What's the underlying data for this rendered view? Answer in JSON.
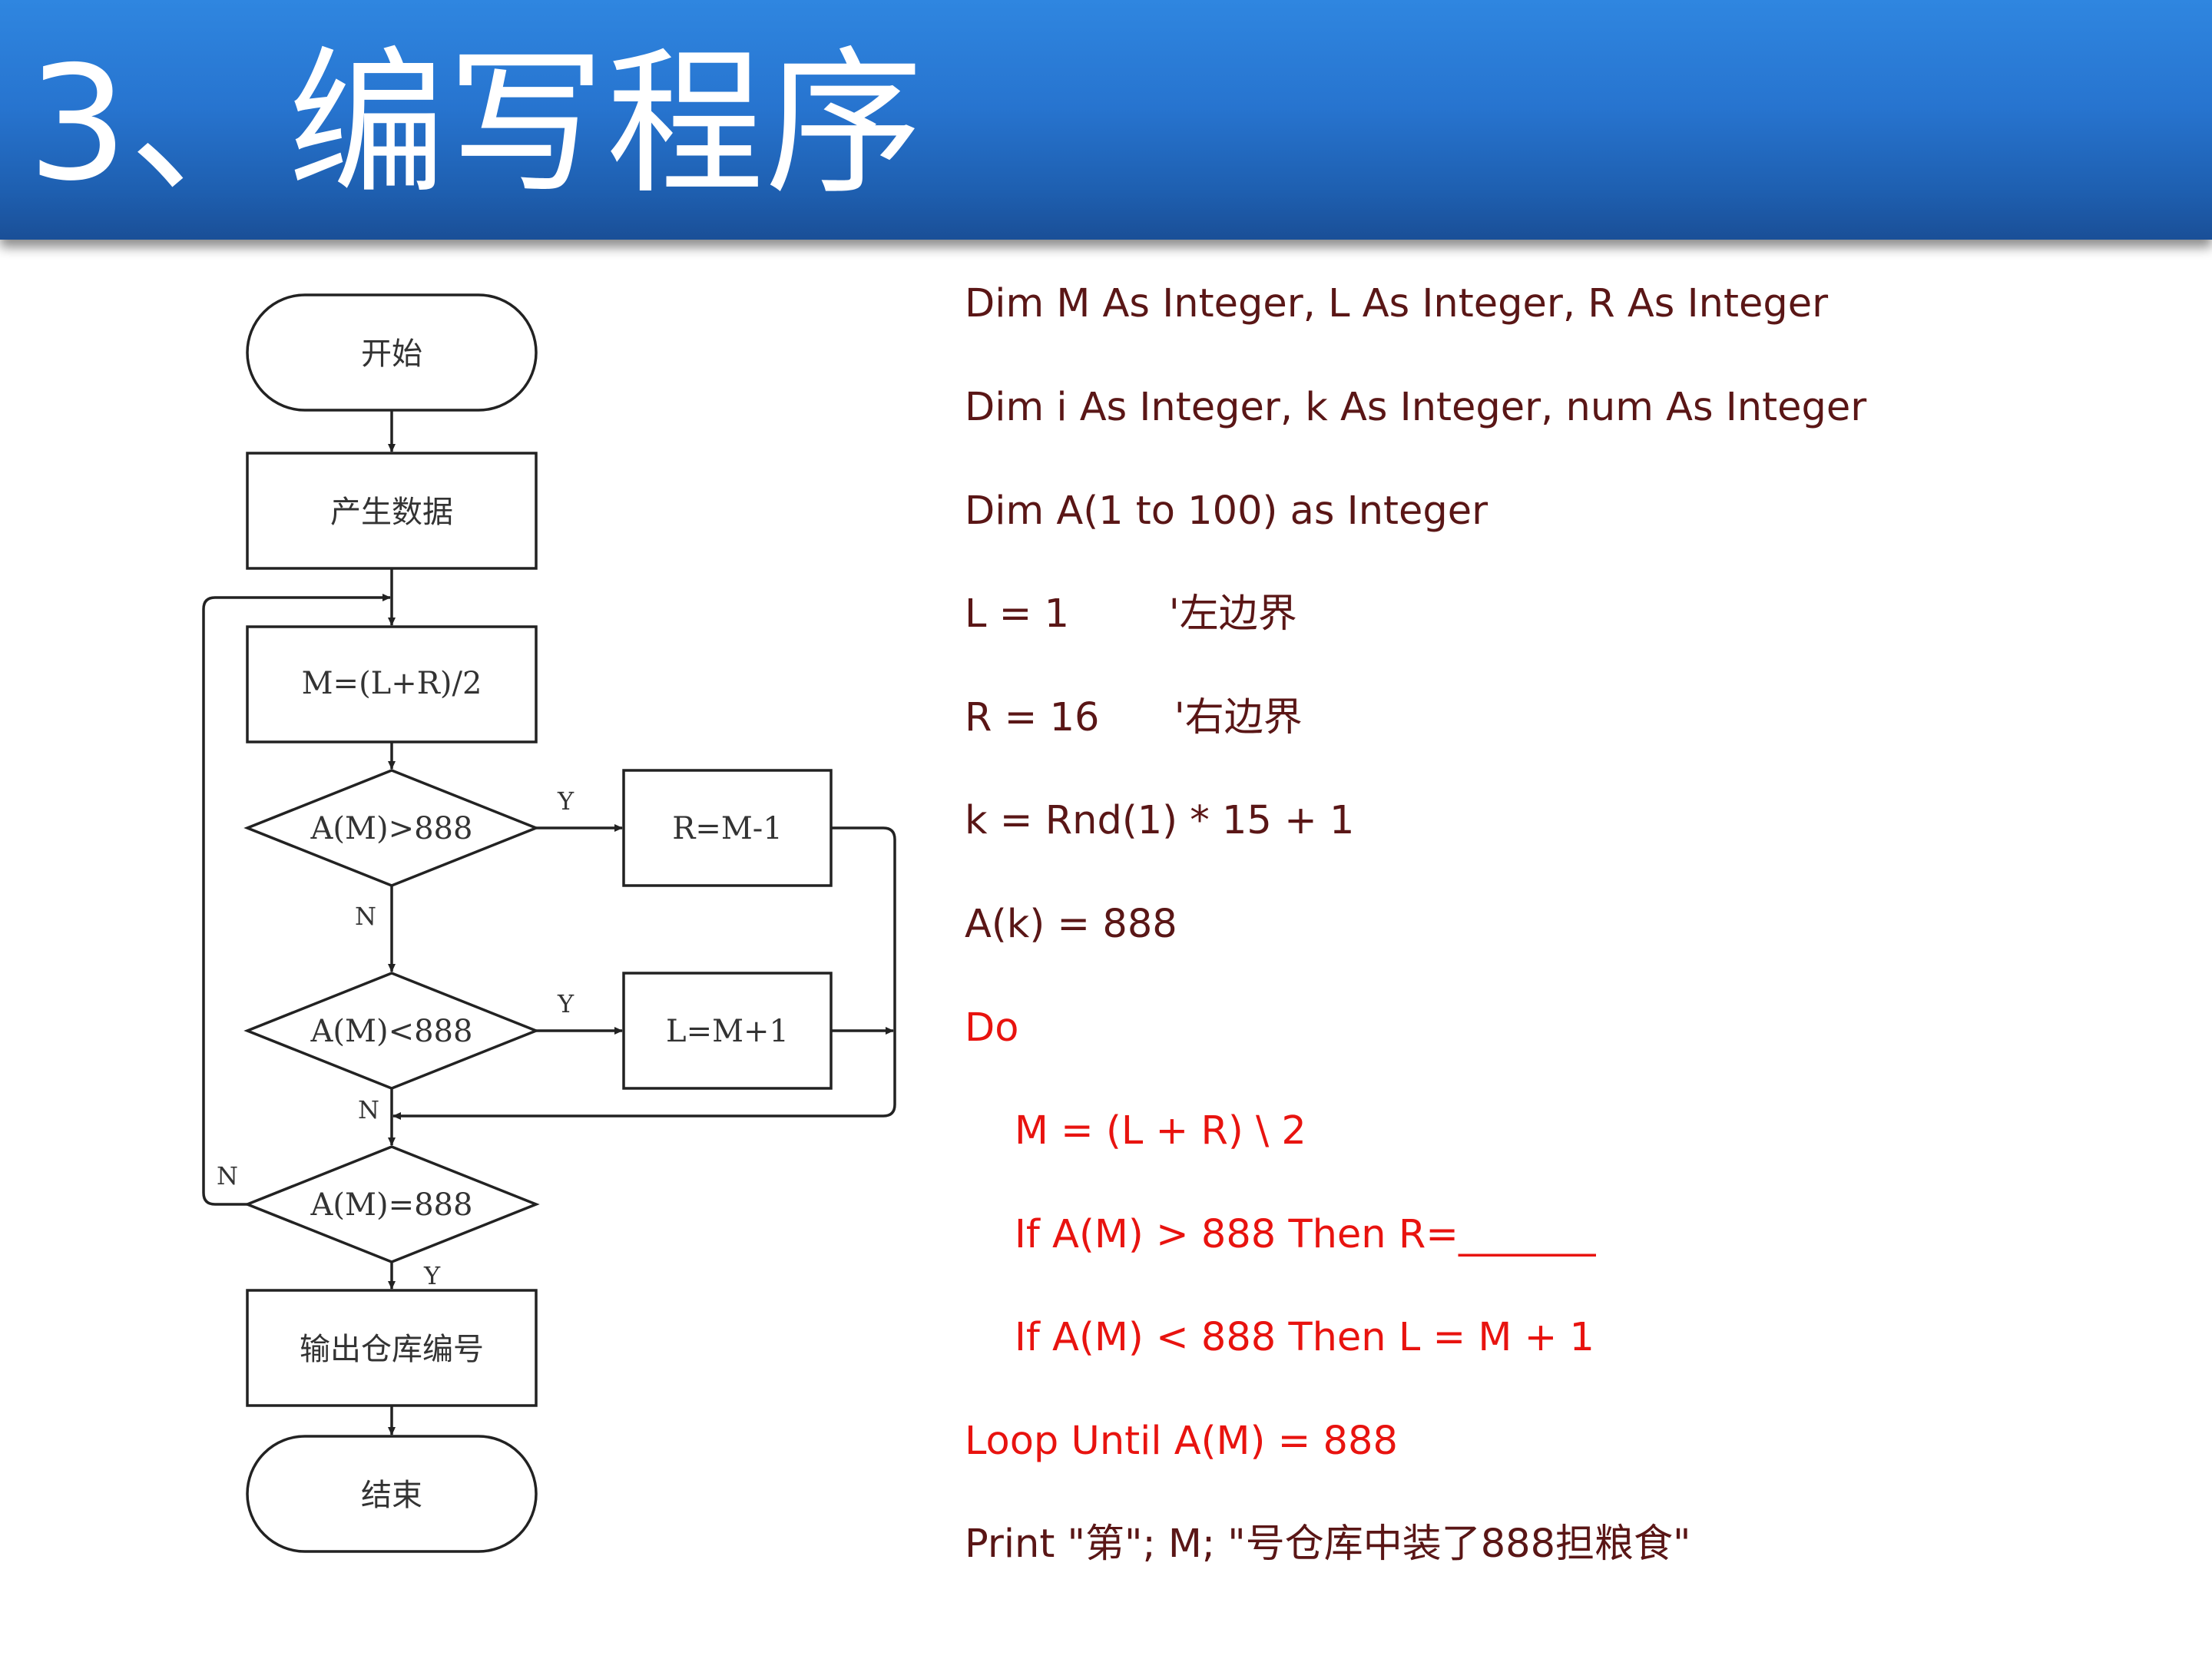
{
  "header": {
    "title": "3、编写程序"
  },
  "flowchart": {
    "start": "开始",
    "generate": "产生数据",
    "compute_mid": "M=(L+R)/2",
    "cond_greater": "A(M)>888",
    "assign_right": "R=M-1",
    "cond_less": "A(M)<888",
    "assign_left": "L=M+1",
    "cond_equal": "A(M)=888",
    "output": "输出仓库编号",
    "end": "结束",
    "yes": "Y",
    "no": "N"
  },
  "code": {
    "lines": [
      "Dim M As Integer, L As Integer, R As Integer",
      "Dim i As Integer, k As Integer, num As Integer",
      "Dim A(1 to 100) as Integer",
      "L = 1        '左边界",
      "R = 16      '右边界",
      "k = Rnd(1) * 15 + 1",
      "A(k) = 888",
      "Do",
      "    M = (L + R) \\ 2",
      "    If A(M) > 888 Then R=_______",
      "    If A(M) < 888 Then L = M + 1",
      "Loop Until A(M) = 888",
      "Print \"第\"; M; \"号仓库中装了888担粮食\""
    ]
  },
  "colors": {
    "header_blue": "#2774cf",
    "code_dark": "#5a1616",
    "code_red": "#e8130f"
  }
}
